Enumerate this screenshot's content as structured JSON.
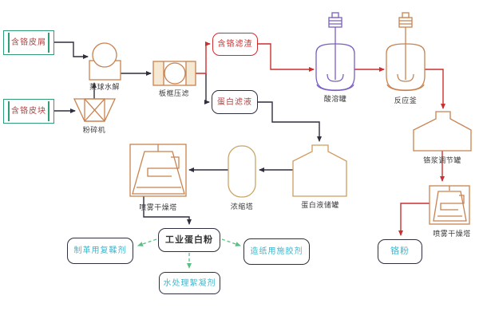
{
  "nodes": {
    "chrome_scraps": {
      "label": "含铬皮屑"
    },
    "chrome_blocks": {
      "label": "含铬皮块"
    },
    "ball_digester": {
      "label": "蒸球水解"
    },
    "crusher": {
      "label": "粉碎机"
    },
    "plate_frame_filter": {
      "label": "板框压滤"
    },
    "chrome_residue": {
      "label": "含铬滤渣"
    },
    "protein_filtrate": {
      "label": "蛋白滤液"
    },
    "acid_tank": {
      "label": "酸溶罐"
    },
    "reactor": {
      "label": "反应釜"
    },
    "chrome_slurry_tank": {
      "label": "铬浆调节罐"
    },
    "spray_dryer_right": {
      "label": "喷雾干燥塔"
    },
    "chrome_powder": {
      "label": "铬粉"
    },
    "spray_dryer_left": {
      "label": "喷雾干燥塔"
    },
    "concentration_tower": {
      "label": "浓缩塔"
    },
    "protein_tank": {
      "label": "蛋白液储罐"
    },
    "industrial_protein_powder": {
      "label": "工业蛋白粉"
    },
    "retanning_agent": {
      "label": "制革用复鞣剂"
    },
    "paper_sizing_agent": {
      "label": "造纸用施胶剂"
    },
    "water_flocculant": {
      "label": "水处理絮凝剂"
    }
  },
  "colors": {
    "source_green": "#2f9e74",
    "equipment_orange": "#c8824f",
    "acid_tank_purple": "#7a5ec2",
    "tank_tan": "#c9a566",
    "protein_tank_tan": "#cf9c5e",
    "chrome_line_red": "#cc2f2f",
    "protein_line_dark": "#2f2f3f",
    "product_dash_green": "#5abf85",
    "product_text_cyan": "#3bb8cf",
    "source_text_red": "#b04343",
    "caption_gray": "#3c3c3c"
  }
}
